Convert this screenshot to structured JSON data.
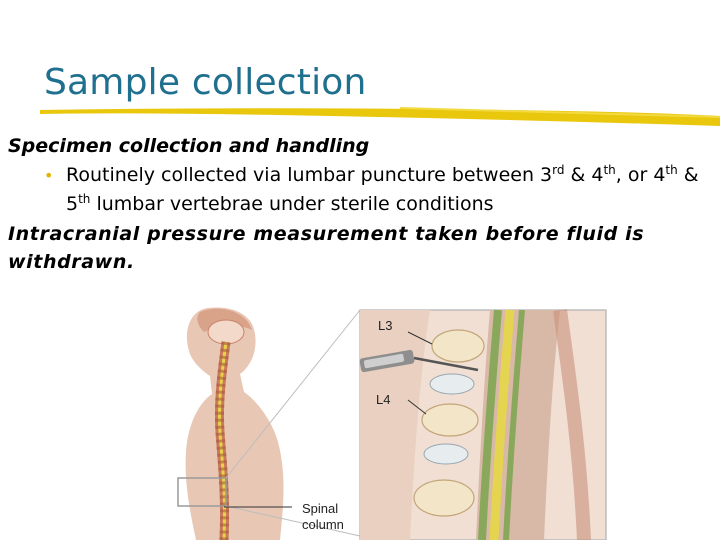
{
  "slide": {
    "title": "Sample collection"
  },
  "content": {
    "heading": "Specimen collection and handling",
    "bullet": {
      "part1": "Routinely collected via lumbar puncture between 3",
      "sup1": "rd",
      "part2": " & 4",
      "sup2": "th",
      "part3": ", or 4",
      "sup3": "th",
      "part4": " & 5",
      "sup4": "th",
      "part5": " lumbar vertebrae under sterile conditions"
    },
    "note": "Intracranial pressure measurement taken before fluid is withdrawn."
  },
  "figure": {
    "label_l3": "L3",
    "label_l4": "L4",
    "label_spinal": "Spinal",
    "label_column": "column"
  },
  "colors": {
    "title": "#1f6f8f",
    "accent_rule": "#e8c400",
    "bullet": "#e0b400"
  }
}
